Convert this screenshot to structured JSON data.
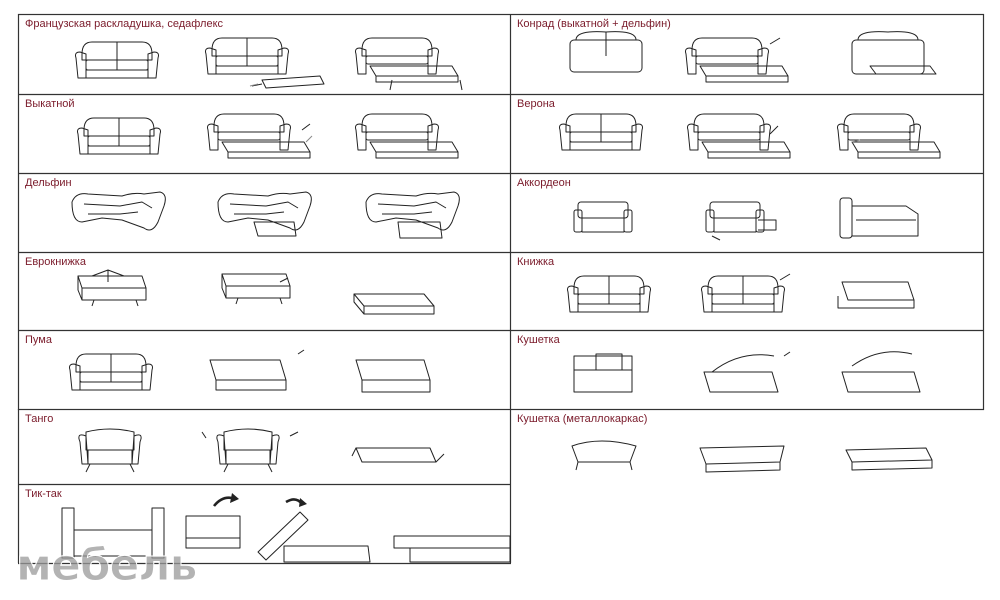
{
  "mechanisms": [
    {
      "id": "fr",
      "title": "Французская раскладушка, седафлекс"
    },
    {
      "id": "konrad",
      "title": "Конрад (выкатной + дельфин)"
    },
    {
      "id": "vykat",
      "title": "Выкатной"
    },
    {
      "id": "verona",
      "title": "Верона"
    },
    {
      "id": "delfin",
      "title": "Дельфин"
    },
    {
      "id": "akkord",
      "title": "Аккордеон"
    },
    {
      "id": "evro",
      "title": "Еврокнижка"
    },
    {
      "id": "knizhka",
      "title": "Книжка"
    },
    {
      "id": "puma",
      "title": "Пума"
    },
    {
      "id": "kushetka",
      "title": "Кушетка"
    },
    {
      "id": "tango",
      "title": "Танго"
    },
    {
      "id": "kush_metal",
      "title": "Кушетка (металлокаркас)"
    },
    {
      "id": "tiktak",
      "title": "Тик-так"
    }
  ],
  "watermark": {
    "text": "мебель",
    "color": "#8c8c8c"
  },
  "colors": {
    "title": "#7a1a2a",
    "border": "#333333",
    "line": "#222222"
  }
}
